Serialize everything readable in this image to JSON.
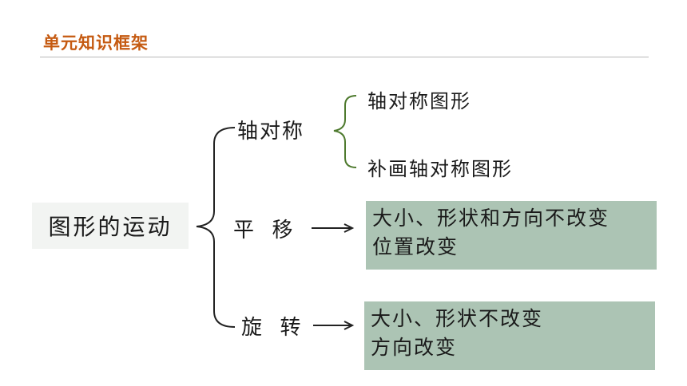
{
  "header": {
    "title": "单元知识框架"
  },
  "root": {
    "label": "图形的运动"
  },
  "branches": [
    {
      "label": "轴对称",
      "children": [
        "轴对称图形",
        "补画轴对称图形"
      ]
    },
    {
      "label": "平  移",
      "result": [
        "大小、形状和方向不改变",
        "位置改变"
      ]
    },
    {
      "label": "旋  转",
      "result": [
        "大小、形状不改变",
        "方向改变"
      ]
    }
  ],
  "colors": {
    "accent": "#c55a11",
    "result_fill": "#acc4b4",
    "small_bracket": "#4e7a2e",
    "line": "#222222"
  }
}
